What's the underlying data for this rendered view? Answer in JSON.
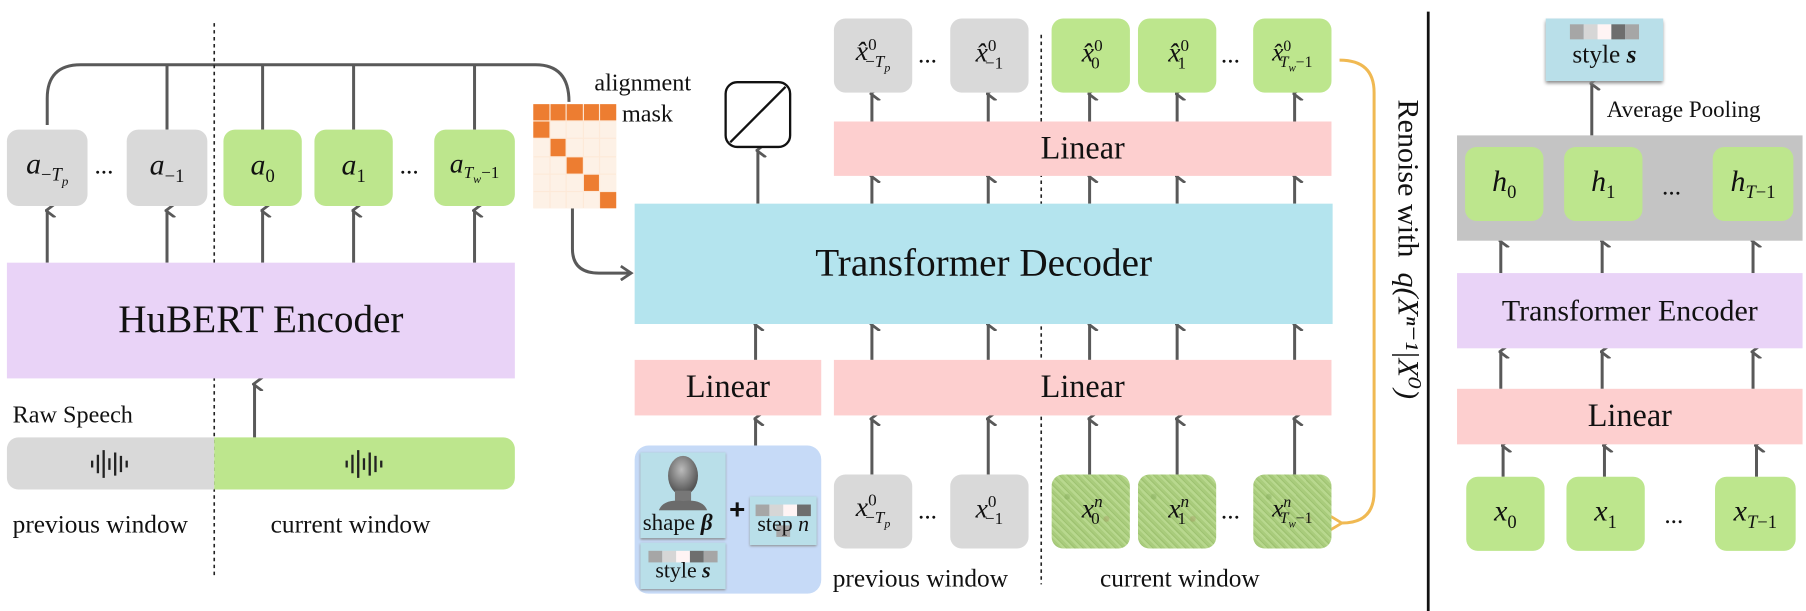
{
  "left_panel": {
    "audio_features": {
      "previous": [
        {
          "base": "a",
          "sub": "−T",
          "subsub": "p"
        },
        {
          "base": "a",
          "sub": "−1"
        }
      ],
      "current": [
        {
          "base": "a",
          "sub": "0"
        },
        {
          "base": "a",
          "sub": "1"
        },
        {
          "base": "a",
          "sub": "T",
          "subsub": "w",
          "tail": "−1"
        }
      ],
      "ellipsis": "..."
    },
    "encoder_label": "HuBERT Encoder",
    "raw_speech_label": "Raw Speech",
    "previous_window_label": "previous window",
    "current_window_label": "current window",
    "waveform_icon": "audio-waveform-icon"
  },
  "alignment_mask": {
    "label_line1": "alignment",
    "label_line2": "mask",
    "size": 6,
    "color_on": "#ed7d31",
    "color_off": "#fdf1e6"
  },
  "middle_panel": {
    "decoder_label": "Transformer Decoder",
    "top_linear_label": "Linear",
    "bottom_linear_cond_label": "Linear",
    "bottom_linear_main_label": "Linear",
    "outputs_previous": [
      {
        "hat": "x̂",
        "sup": "0",
        "sub": "−T",
        "subsub": "p"
      },
      {
        "hat": "x̂",
        "sup": "0",
        "sub": "−1"
      }
    ],
    "outputs_current": [
      {
        "hat": "x̂",
        "sup": "0",
        "sub": "0"
      },
      {
        "hat": "x̂",
        "sup": "0",
        "sub": "1"
      },
      {
        "hat": "x̂",
        "sup": "0",
        "sub": "T",
        "subsub": "w",
        "tail": "−1"
      }
    ],
    "inputs_previous": [
      {
        "base": "x",
        "sup": "0",
        "sub": "−T",
        "subsub": "p"
      },
      {
        "base": "x",
        "sup": "0",
        "sub": "−1"
      }
    ],
    "inputs_current": [
      {
        "base": "x",
        "sup": "n",
        "sub": "0"
      },
      {
        "base": "x",
        "sup": "n",
        "sub": "1"
      },
      {
        "base": "x",
        "sup": "n",
        "sub": "T",
        "subsub": "w",
        "tail": "−1"
      }
    ],
    "ellipsis": "...",
    "condition": {
      "shape_label": "shape",
      "shape_symbol": "β",
      "plus": "+",
      "step_label": "step",
      "step_symbol": "n",
      "style_label": "style",
      "style_symbol": "s",
      "head_icon": "face-mesh-icon",
      "swatches": [
        "#a6a6a6",
        "#d6d6d6",
        "#fff4f4",
        "#6e6e6e",
        "#a6a6a6"
      ]
    },
    "previous_window_label": "previous window",
    "current_window_label": "current window",
    "renoise_label": "Renoise with",
    "renoise_formula": "q(Xⁿ⁻¹|X⁰)",
    "accent_color": "#f0b952"
  },
  "right_panel": {
    "style_label": "style",
    "style_symbol": "s",
    "pooling_label": "Average Pooling",
    "encoder_label": "Transformer Encoder",
    "linear_label": "Linear",
    "hidden": [
      {
        "base": "h",
        "sub": "0"
      },
      {
        "base": "h",
        "sub": "1"
      },
      {
        "base": "h",
        "sub": "T−1"
      }
    ],
    "inputs": [
      {
        "base": "x",
        "sub": "0"
      },
      {
        "base": "x",
        "sub": "1"
      },
      {
        "base": "x",
        "sub": "T−1"
      }
    ],
    "ellipsis": "...",
    "swatches": [
      "#a6a6a6",
      "#d6d6d6",
      "#fff4f4",
      "#6e6e6e",
      "#a6a6a6"
    ]
  }
}
